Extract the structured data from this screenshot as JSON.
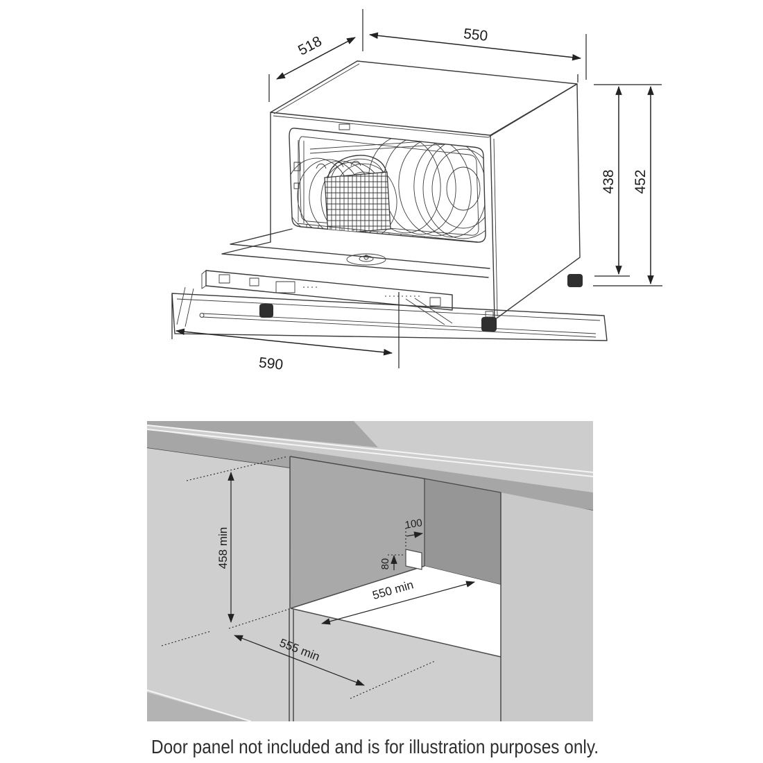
{
  "product_diagram": {
    "dimensions": {
      "top_width": "550",
      "top_depth": "518",
      "body_height": "438",
      "overall_height": "452",
      "door_width": "590"
    }
  },
  "cavity_diagram": {
    "dimensions": {
      "cavity_height": "458 min",
      "notch_width": "100",
      "notch_height": "80",
      "cavity_depth": "550 min",
      "cavity_width": "555 min"
    }
  },
  "caption": "Door panel not included and is for illustration purposes only.",
  "colors": {
    "line_art": "#3a3a3a",
    "dimension_lines": "#222222",
    "cabinet_light_gray": "#cfcfcf",
    "cabinet_medium_gray": "#a9a9a9",
    "cabinet_dark_gray": "#969696",
    "cavity_floor": "#ffffff",
    "background": "#ffffff"
  }
}
